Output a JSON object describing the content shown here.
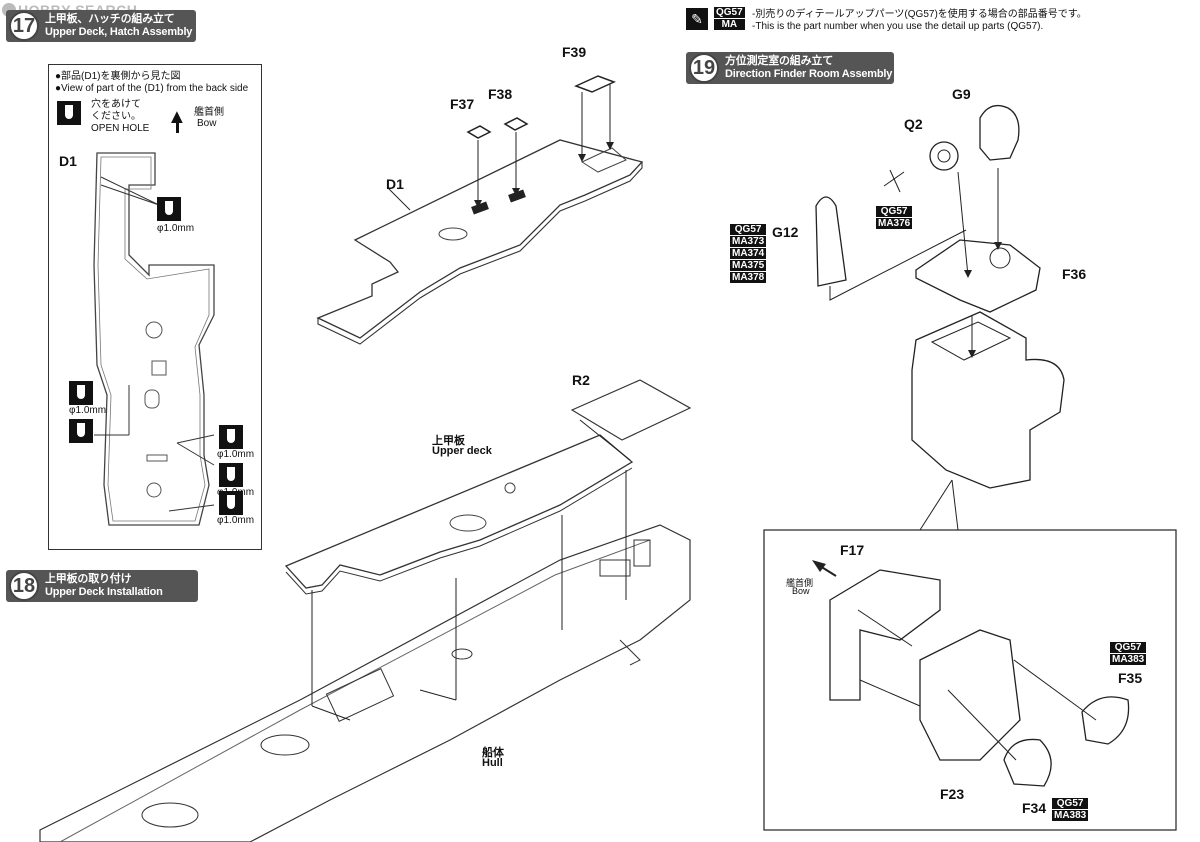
{
  "watermark": "HOBBY SEARCH",
  "step17": {
    "number": "17",
    "title_jp": "上甲板、ハッチの組み立て",
    "title_en": "Upper Deck, Hatch Assembly"
  },
  "step18": {
    "number": "18",
    "title_jp": "上甲板の取り付け",
    "title_en": "Upper Deck Installation"
  },
  "step19": {
    "number": "19",
    "title_jp": "方位測定室の組み立て",
    "title_en": "Direction Finder Room Assembly"
  },
  "note17": {
    "line1": "●部品(D1)を裏側から見た図",
    "line2": "●View of part of the (D1) from the back side",
    "hole_jp1": "穴をあけて",
    "hole_jp2": "ください。",
    "hole_en": "OPEN HOLE",
    "bow_jp": "艦首側",
    "bow_en": "Bow",
    "part": "D1",
    "dia": "φ1.0mm"
  },
  "detail_note": {
    "tag_top": "QG57",
    "tag_bottom": "MA",
    "line1": "-別売りのディテールアップパーツ(QG57)を使用する場合の部品番号です。",
    "line2": "-This is the part number when you use the detail up parts (QG57)."
  },
  "parts17": {
    "f39": "F39",
    "f38": "F38",
    "f37": "F37",
    "d1": "D1"
  },
  "parts18": {
    "r2": "R2",
    "upper_jp": "上甲板",
    "upper_en": "Upper deck",
    "hull_jp": "船体",
    "hull_en": "Hull"
  },
  "parts19": {
    "g9": "G9",
    "q2": "Q2",
    "g12": "G12",
    "f36": "F36",
    "f17": "F17",
    "f35": "F35",
    "f34": "F34",
    "f23": "F23",
    "bow_jp": "艦首側",
    "bow_en": "Bow"
  },
  "tags19": {
    "q2_tag": [
      "QG57",
      "MA376"
    ],
    "g12_tag": [
      "QG57",
      "MA373",
      "MA374",
      "MA375",
      "MA378"
    ],
    "f35_tag": [
      "QG57",
      "MA383"
    ],
    "f34_tag": [
      "QG57",
      "MA383"
    ]
  },
  "colors": {
    "banner": "#555555",
    "ink": "#111111"
  }
}
